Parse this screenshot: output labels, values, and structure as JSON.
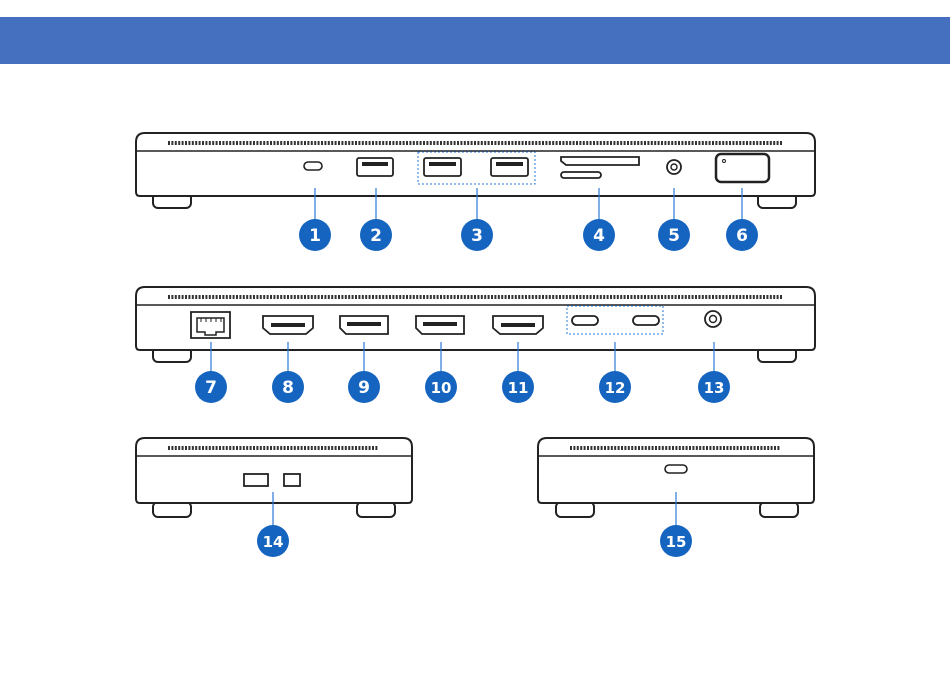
{
  "colors": {
    "header": "#4570c0",
    "outline": "#222222",
    "device_fill": "#ffffff",
    "callout": "#1565c0",
    "leader": "#2a7ad6",
    "vent": "#333333"
  },
  "header": {
    "title": ""
  },
  "callouts": {
    "c1": "1",
    "c2": "2",
    "c3": "3",
    "c4": "4",
    "c5": "5",
    "c6": "6",
    "c7": "7",
    "c8": "8",
    "c9": "9",
    "c10": "10",
    "c11": "11",
    "c12": "12",
    "c13": "13",
    "c14": "14",
    "c15": "15"
  }
}
